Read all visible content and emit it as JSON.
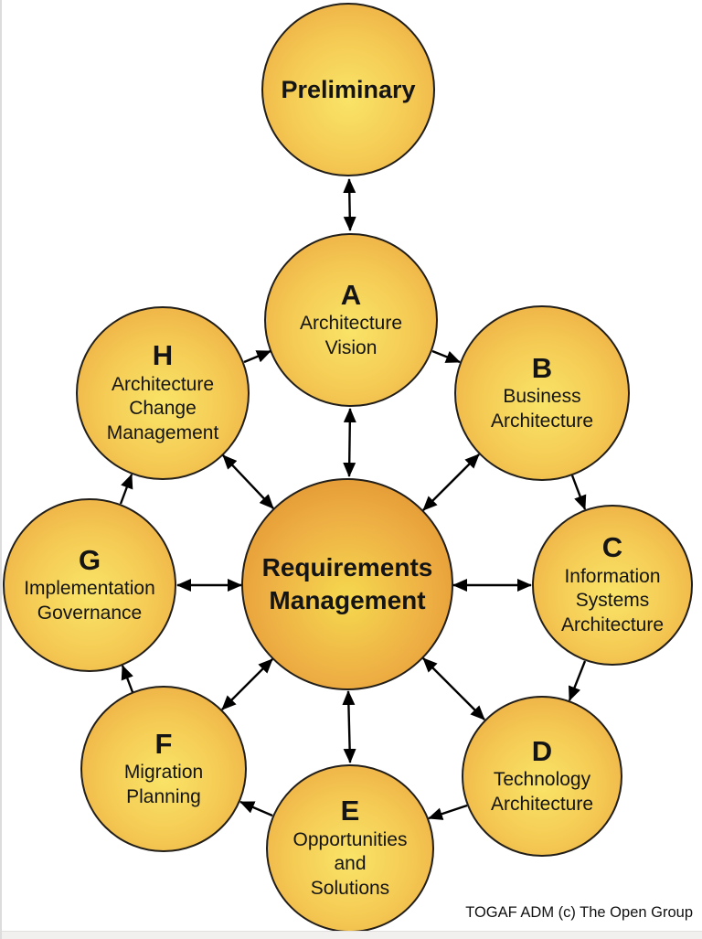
{
  "diagram": {
    "caption": "TOGAF ADM (c) The Open Group",
    "preliminary": {
      "label": "Preliminary"
    },
    "hub": {
      "label": "Requirements\nManagement"
    },
    "phases": [
      {
        "letter": "A",
        "name": "Architecture\nVision"
      },
      {
        "letter": "B",
        "name": "Business\nArchitecture"
      },
      {
        "letter": "C",
        "name": "Information\nSystems\nArchitecture"
      },
      {
        "letter": "D",
        "name": "Technology\nArchitecture"
      },
      {
        "letter": "E",
        "name": "Opportunities\nand\nSolutions"
      },
      {
        "letter": "F",
        "name": "Migration\nPlanning"
      },
      {
        "letter": "G",
        "name": "Implementation\nGovernance"
      },
      {
        "letter": "H",
        "name": "Architecture\nChange\nManagement"
      }
    ],
    "colors": {
      "node-center": "#f9e468",
      "node-edge": "#eba43e",
      "hub-center": "#f5d94f",
      "hub-edge": "#de8c2b",
      "node-border": "#221e19",
      "arrow": "#000000",
      "text": "#141414",
      "footer-strip": "#f2f0ee"
    }
  }
}
